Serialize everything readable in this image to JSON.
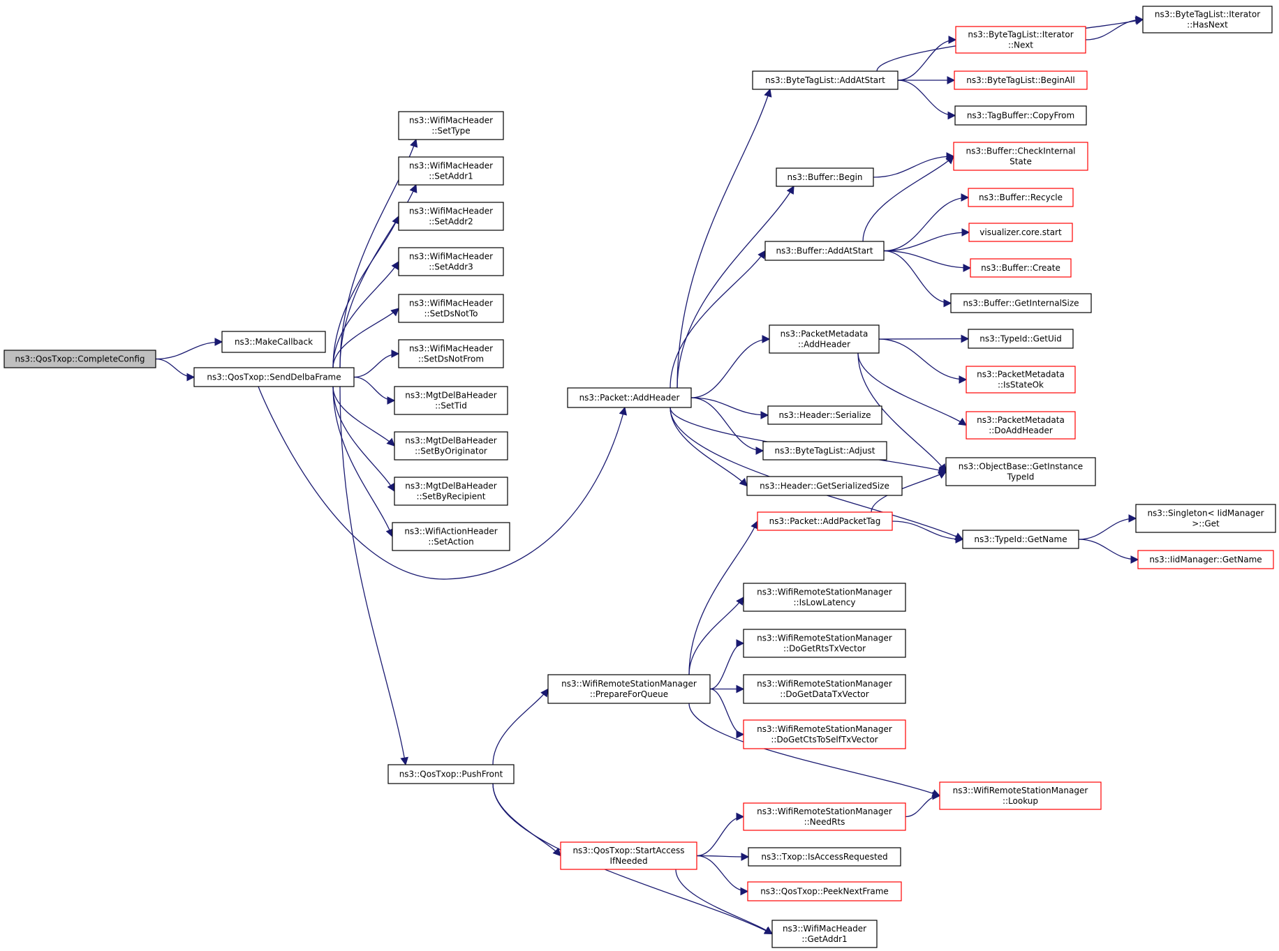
{
  "colors": {
    "edge": "#191970",
    "border_normal": "#000000",
    "border_truncated": "#ff0000",
    "root_fill": "#bfbfbf"
  },
  "root": "ns3::QosTxop::CompleteConfig",
  "nodes": {
    "complete_config": [
      "ns3::QosTxop::CompleteConfig"
    ],
    "make_callback": [
      "ns3::MakeCallback"
    ],
    "send_delba": [
      "ns3::QosTxop::SendDelbaFrame"
    ],
    "wmh_settype": [
      "ns3::WifiMacHeader",
      "::SetType"
    ],
    "wmh_setaddr1": [
      "ns3::WifiMacHeader",
      "::SetAddr1"
    ],
    "wmh_setaddr2": [
      "ns3::WifiMacHeader",
      "::SetAddr2"
    ],
    "wmh_setaddr3": [
      "ns3::WifiMacHeader",
      "::SetAddr3"
    ],
    "wmh_setdsnotto": [
      "ns3::WifiMacHeader",
      "::SetDsNotTo"
    ],
    "wmh_setdsnotfrom": [
      "ns3::WifiMacHeader",
      "::SetDsNotFrom"
    ],
    "delba_settid": [
      "ns3::MgtDelBaHeader",
      "::SetTid"
    ],
    "delba_setbyorig": [
      "ns3::MgtDelBaHeader",
      "::SetByOriginator"
    ],
    "delba_setbyrecip": [
      "ns3::MgtDelBaHeader",
      "::SetByRecipient"
    ],
    "action_setaction": [
      "ns3::WifiActionHeader",
      "::SetAction"
    ],
    "push_front": [
      "ns3::QosTxop::PushFront"
    ],
    "packet_addheader": [
      "ns3::Packet::AddHeader"
    ],
    "btl_addatstart": [
      "ns3::ByteTagList::AddAtStart"
    ],
    "btl_iter_hasnext": [
      "ns3::ByteTagList::Iterator",
      "::HasNext"
    ],
    "btl_iter_next": [
      "ns3::ByteTagList::Iterator",
      "::Next"
    ],
    "btl_beginall": [
      "ns3::ByteTagList::BeginAll"
    ],
    "tagbuffer_copyfrom": [
      "ns3::TagBuffer::CopyFrom"
    ],
    "buffer_begin": [
      "ns3::Buffer::Begin"
    ],
    "buffer_checkinternal": [
      "ns3::Buffer::CheckInternal",
      "State"
    ],
    "buffer_addatstart": [
      "ns3::Buffer::AddAtStart"
    ],
    "buffer_recycle": [
      "ns3::Buffer::Recycle"
    ],
    "viz_core_start": [
      "visualizer.core.start"
    ],
    "buffer_create": [
      "ns3::Buffer::Create"
    ],
    "buffer_getinternalsize": [
      "ns3::Buffer::GetInternalSize"
    ],
    "pm_addheader": [
      "ns3::PacketMetadata",
      "::AddHeader"
    ],
    "typeid_getuid": [
      "ns3::TypeId::GetUid"
    ],
    "pm_isstateok": [
      "ns3::PacketMetadata",
      "::IsStateOk"
    ],
    "pm_doaddheader": [
      "ns3::PacketMetadata",
      "::DoAddHeader"
    ],
    "header_serialize": [
      "ns3::Header::Serialize"
    ],
    "btl_adjust": [
      "ns3::ByteTagList::Adjust"
    ],
    "header_getserializedsize": [
      "ns3::Header::GetSerializedSize"
    ],
    "objbase_getinstancetypeid": [
      "ns3::ObjectBase::GetInstance",
      "TypeId"
    ],
    "packet_addpackettag": [
      "ns3::Packet::AddPacketTag"
    ],
    "typeid_getname": [
      "ns3::TypeId::GetName"
    ],
    "singleton_get": [
      "ns3::Singleton< IidManager",
      ">::Get"
    ],
    "iidmanager_getname": [
      "ns3::IidManager::GetName"
    ],
    "wrsm_islowlatency": [
      "ns3::WifiRemoteStationManager",
      "::IsLowLatency"
    ],
    "wrsm_dogetrtstxvector": [
      "ns3::WifiRemoteStationManager",
      "::DoGetRtsTxVector"
    ],
    "wrsm_prepareforqueue": [
      "ns3::WifiRemoteStationManager",
      "::PrepareForQueue"
    ],
    "wrsm_dogetdatatxvector": [
      "ns3::WifiRemoteStationManager",
      "::DoGetDataTxVector"
    ],
    "wrsm_dogetctstoselftxvector": [
      "ns3::WifiRemoteStationManager",
      "::DoGetCtsToSelfTxVector"
    ],
    "wrsm_lookup": [
      "ns3::WifiRemoteStationManager",
      "::Lookup"
    ],
    "wrsm_needrts": [
      "ns3::WifiRemoteStationManager",
      "::NeedRts"
    ],
    "qos_startaccess": [
      "ns3::QosTxop::StartAccess",
      "IfNeeded"
    ],
    "txop_isaccessrequested": [
      "ns3::Txop::IsAccessRequested"
    ],
    "qos_peeknextframe": [
      "ns3::QosTxop::PeekNextFrame"
    ],
    "wmh_getaddr1": [
      "ns3::WifiMacHeader",
      "::GetAddr1"
    ]
  },
  "truncated_nodes": [
    "btl_iter_next",
    "btl_beginall",
    "buffer_checkinternal",
    "buffer_recycle",
    "viz_core_start",
    "buffer_create",
    "pm_isstateok",
    "pm_doaddheader",
    "packet_addpackettag",
    "iidmanager_getname",
    "wrsm_dogetctstoselftxvector",
    "wrsm_lookup",
    "wrsm_needrts",
    "qos_startaccess",
    "qos_peeknextframe"
  ],
  "edges": [
    [
      "complete_config",
      "make_callback"
    ],
    [
      "complete_config",
      "send_delba"
    ],
    [
      "send_delba",
      "wmh_settype"
    ],
    [
      "send_delba",
      "wmh_setaddr1"
    ],
    [
      "send_delba",
      "wmh_setaddr2"
    ],
    [
      "send_delba",
      "wmh_setaddr3"
    ],
    [
      "send_delba",
      "wmh_setdsnotto"
    ],
    [
      "send_delba",
      "wmh_setdsnotfrom"
    ],
    [
      "send_delba",
      "delba_settid"
    ],
    [
      "send_delba",
      "delba_setbyorig"
    ],
    [
      "send_delba",
      "delba_setbyrecip"
    ],
    [
      "send_delba",
      "action_setaction"
    ],
    [
      "send_delba",
      "packet_addheader"
    ],
    [
      "send_delba",
      "push_front"
    ],
    [
      "packet_addheader",
      "btl_addatstart"
    ],
    [
      "packet_addheader",
      "buffer_begin"
    ],
    [
      "packet_addheader",
      "buffer_addatstart"
    ],
    [
      "packet_addheader",
      "pm_addheader"
    ],
    [
      "packet_addheader",
      "objbase_getinstancetypeid"
    ],
    [
      "packet_addheader",
      "header_serialize"
    ],
    [
      "packet_addheader",
      "btl_adjust"
    ],
    [
      "packet_addheader",
      "header_getserializedsize"
    ],
    [
      "packet_addheader",
      "typeid_getname"
    ],
    [
      "btl_addatstart",
      "btl_iter_hasnext"
    ],
    [
      "btl_addatstart",
      "btl_iter_next"
    ],
    [
      "btl_addatstart",
      "btl_beginall"
    ],
    [
      "btl_addatstart",
      "tagbuffer_copyfrom"
    ],
    [
      "btl_iter_next",
      "btl_iter_hasnext"
    ],
    [
      "buffer_begin",
      "buffer_checkinternal"
    ],
    [
      "buffer_addatstart",
      "buffer_checkinternal"
    ],
    [
      "buffer_addatstart",
      "buffer_recycle"
    ],
    [
      "buffer_addatstart",
      "viz_core_start"
    ],
    [
      "buffer_addatstart",
      "buffer_create"
    ],
    [
      "buffer_addatstart",
      "buffer_getinternalsize"
    ],
    [
      "pm_addheader",
      "typeid_getuid"
    ],
    [
      "pm_addheader",
      "pm_isstateok"
    ],
    [
      "pm_addheader",
      "pm_doaddheader"
    ],
    [
      "pm_addheader",
      "objbase_getinstancetypeid"
    ],
    [
      "packet_addpackettag",
      "objbase_getinstancetypeid"
    ],
    [
      "packet_addpackettag",
      "typeid_getname"
    ],
    [
      "typeid_getname",
      "singleton_get"
    ],
    [
      "typeid_getname",
      "iidmanager_getname"
    ],
    [
      "push_front",
      "wrsm_prepareforqueue"
    ],
    [
      "push_front",
      "qos_startaccess"
    ],
    [
      "push_front",
      "wmh_getaddr1"
    ],
    [
      "wrsm_prepareforqueue",
      "packet_addpackettag"
    ],
    [
      "wrsm_prepareforqueue",
      "wrsm_islowlatency"
    ],
    [
      "wrsm_prepareforqueue",
      "wrsm_dogetrtstxvector"
    ],
    [
      "wrsm_prepareforqueue",
      "wrsm_dogetdatatxvector"
    ],
    [
      "wrsm_prepareforqueue",
      "wrsm_dogetctstoselftxvector"
    ],
    [
      "wrsm_prepareforqueue",
      "wrsm_lookup"
    ],
    [
      "qos_startaccess",
      "wrsm_needrts"
    ],
    [
      "qos_startaccess",
      "txop_isaccessrequested"
    ],
    [
      "qos_startaccess",
      "qos_peeknextframe"
    ],
    [
      "qos_startaccess",
      "wmh_getaddr1"
    ],
    [
      "wrsm_needrts",
      "wrsm_lookup"
    ]
  ]
}
